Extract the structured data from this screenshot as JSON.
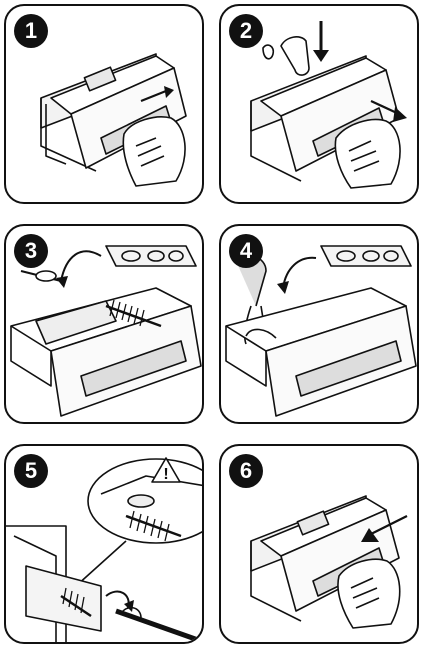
{
  "steps": [
    {
      "number": "1"
    },
    {
      "number": "2"
    },
    {
      "number": "3"
    },
    {
      "number": "4"
    },
    {
      "number": "5",
      "warning_symbol": "!"
    },
    {
      "number": "6"
    }
  ],
  "icons": {
    "arrow": "curved-arrow-icon",
    "warning": "warning-triangle-icon",
    "brush": "cleaning-brush-icon"
  }
}
